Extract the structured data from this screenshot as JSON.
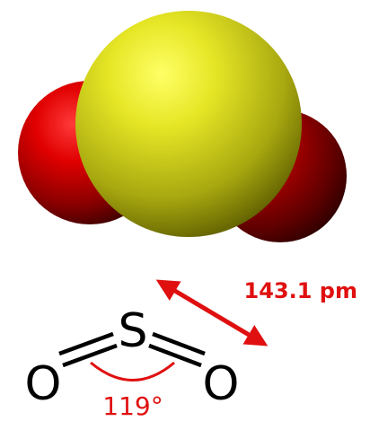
{
  "colors": {
    "oxygen": "#d40000",
    "sulfur": "#d8d820",
    "annotation": "#e01010",
    "bond": "#000000",
    "background": "#ffffff"
  },
  "structure": {
    "central_atom": "S",
    "left_atom": "O",
    "right_atom": "O"
  },
  "annotations": {
    "bond_length": "143.1 pm",
    "bond_angle": "119°"
  }
}
